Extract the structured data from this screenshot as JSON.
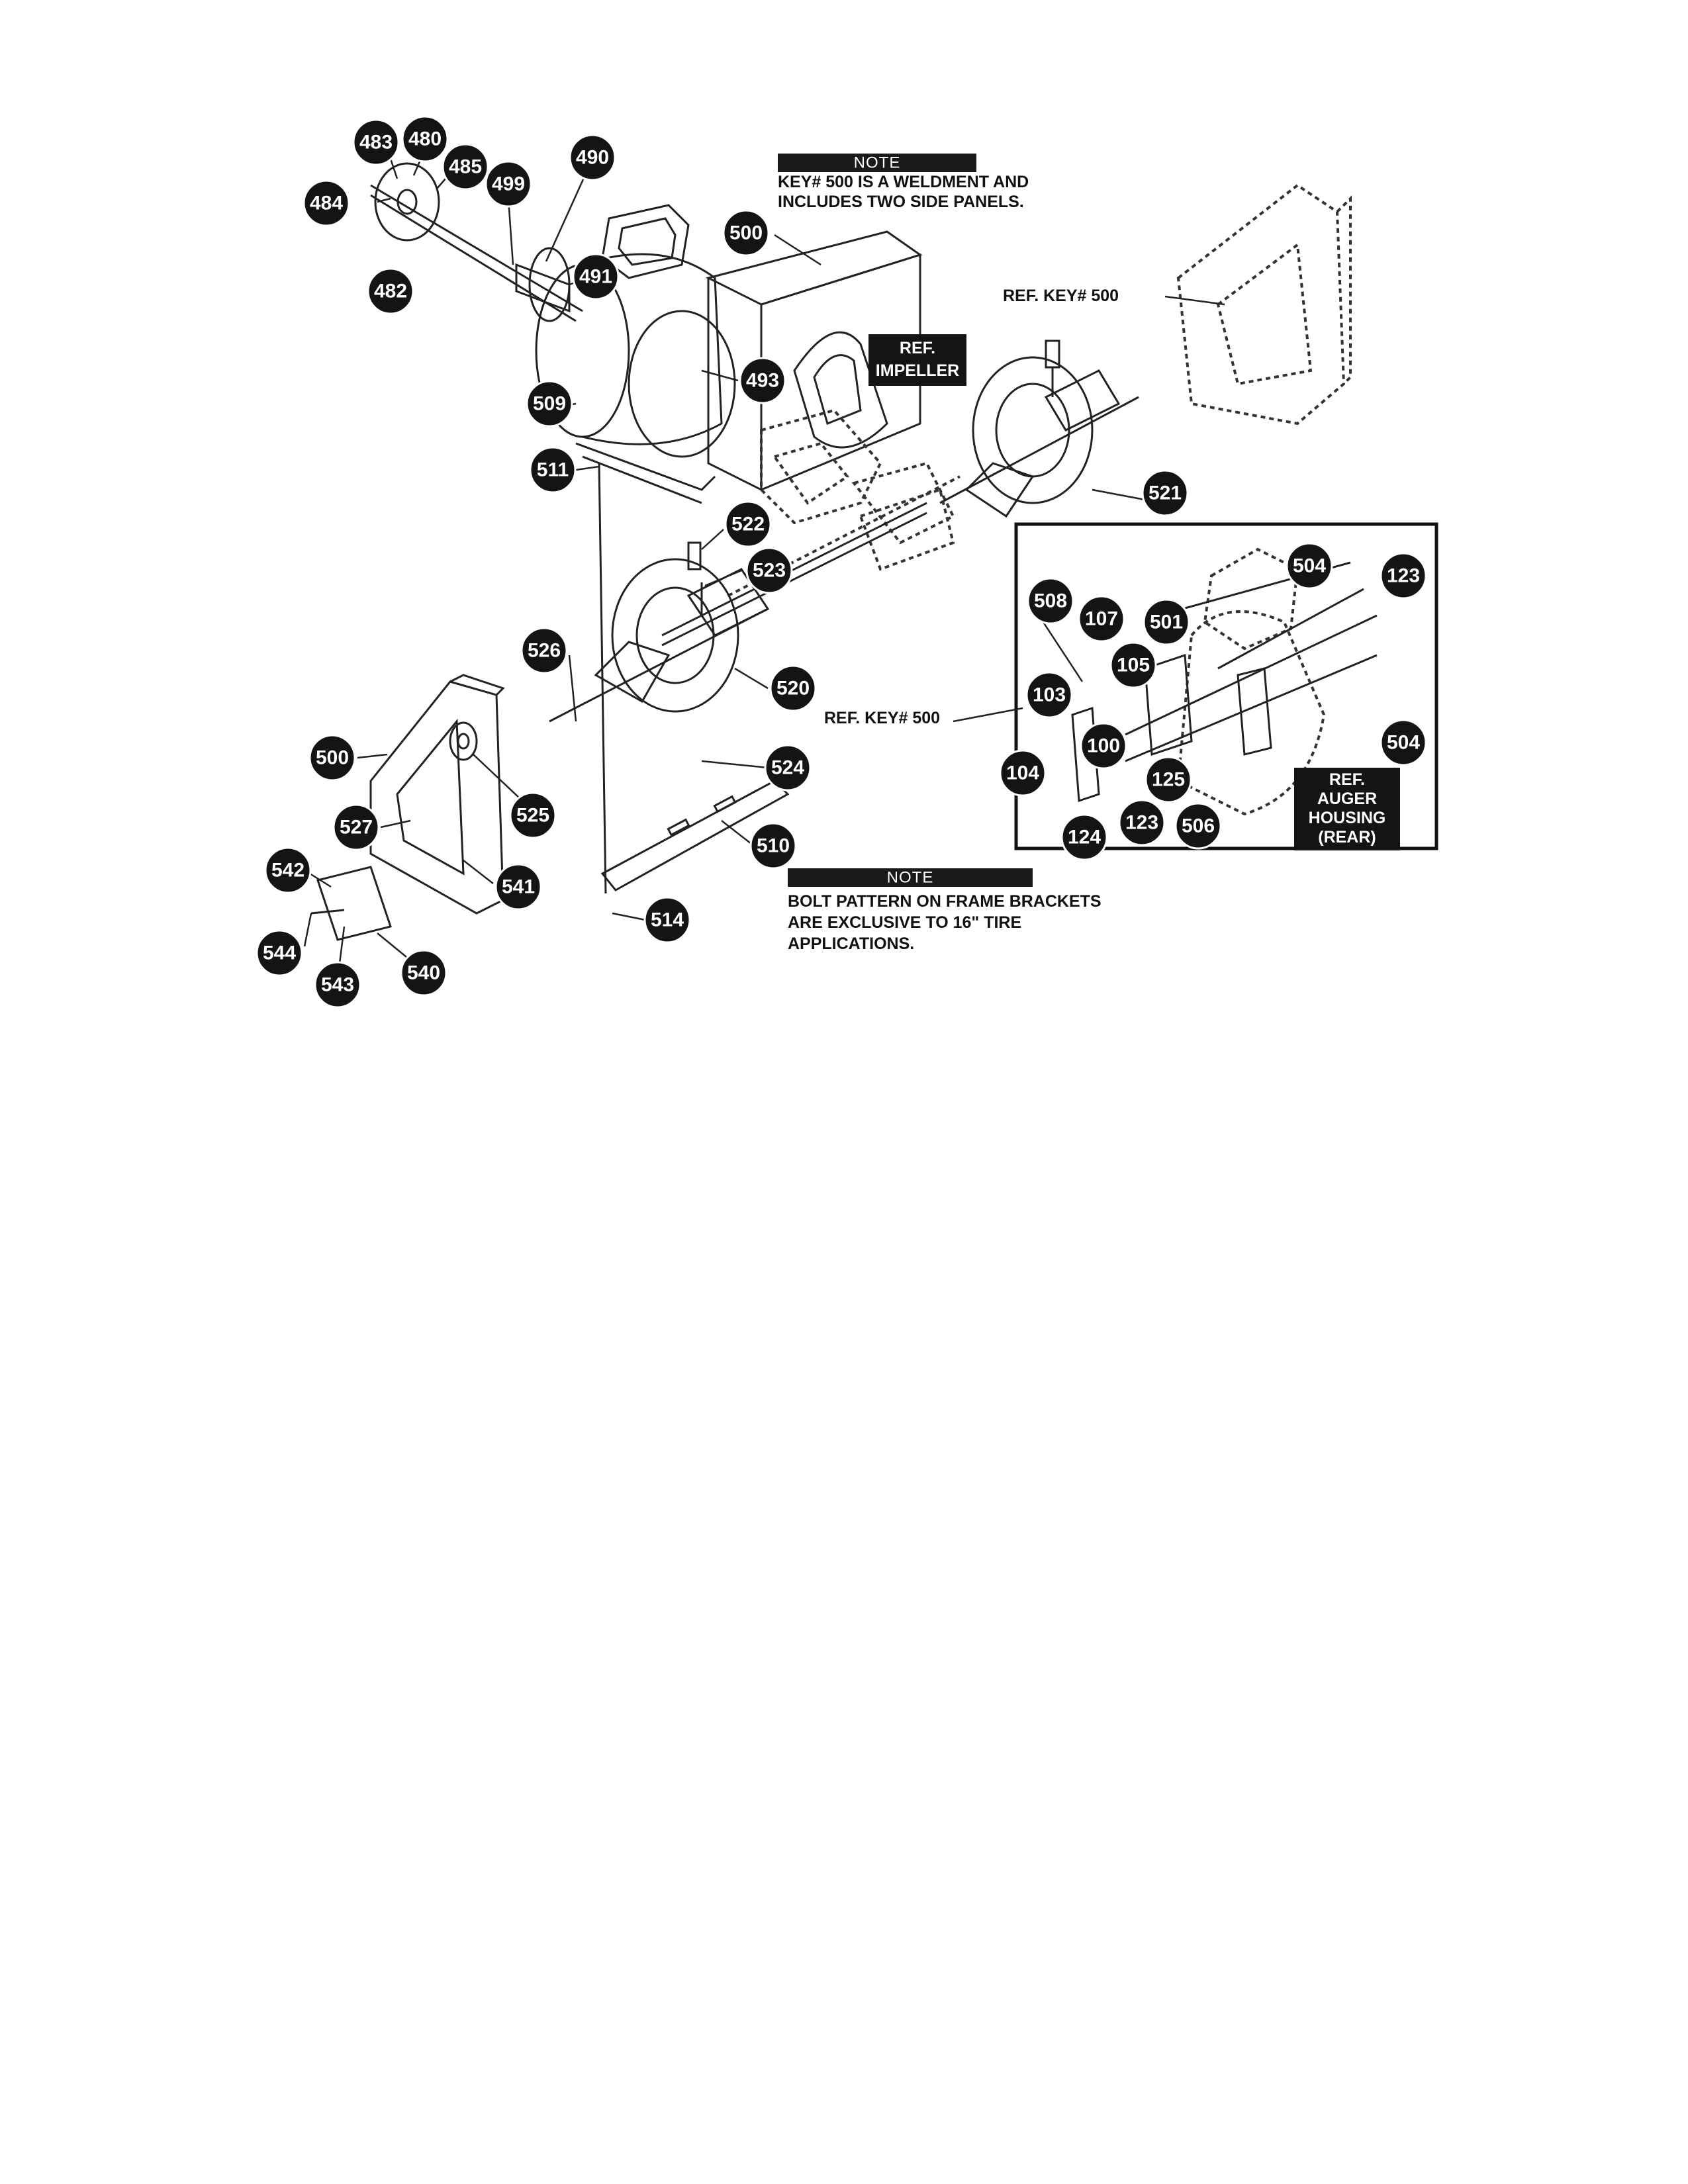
{
  "notes": [
    {
      "heading": "NOTE",
      "lines": [
        "KEY# 500 IS A WELDMENT AND",
        "INCLUDES TWO SIDE PANELS."
      ]
    },
    {
      "heading": "NOTE",
      "lines": [
        "BOLT PATTERN ON FRAME BRACKETS",
        "ARE EXCLUSIVE TO 16\" TIRE",
        "APPLICATIONS."
      ]
    }
  ],
  "ref_labels": [
    "REF. KEY# 500",
    "REF. KEY# 500"
  ],
  "ref_boxes": [
    {
      "lines": [
        "REF.",
        "IMPELLER"
      ]
    },
    {
      "lines": [
        "REF.",
        "AUGER",
        "HOUSING",
        "(REAR)"
      ]
    }
  ],
  "callouts": [
    "483",
    "480",
    "490",
    "484",
    "485",
    "499",
    "482",
    "491",
    "500",
    "509",
    "493",
    "511",
    "522",
    "523",
    "526",
    "520",
    "500",
    "527",
    "525",
    "542",
    "541",
    "544",
    "543",
    "540",
    "510",
    "514",
    "524",
    "521",
    "504",
    "123",
    "508",
    "107",
    "501",
    "105",
    "103",
    "100",
    "104",
    "125",
    "124",
    "123",
    "506",
    "504"
  ]
}
